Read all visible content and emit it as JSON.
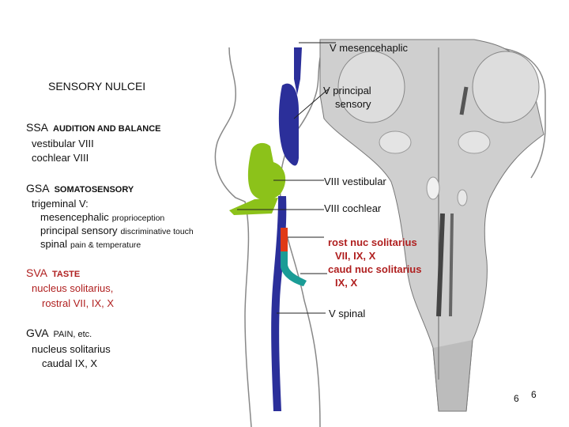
{
  "title": "SENSORY NULCEI",
  "groups": {
    "ssa": {
      "name": "SSA",
      "tag": "AUDITION AND BALANCE",
      "lines": [
        "vestibular VIII",
        "cochlear VIII"
      ]
    },
    "gsa": {
      "name": "GSA",
      "tag": "SOMATOSENSORY",
      "line1": "trigeminal V:",
      "line2": {
        "main": "mesencephalic",
        "note": "proprioception"
      },
      "line3": {
        "main": "principal sensory",
        "note": "discriminative touch"
      },
      "line4": {
        "main": "spinal",
        "note": "pain & temperature"
      }
    },
    "sva": {
      "name": "SVA",
      "tag": "TASTE",
      "lines": [
        "nucleus solitarius,",
        "rostral VII, IX, X"
      ]
    },
    "gva": {
      "name": "GVA",
      "tag": "PAIN, etc.",
      "lines": [
        "nucleus solitarius",
        "caudal IX, X"
      ]
    }
  },
  "labels": {
    "v_mes": "V mesencehaplic",
    "v_principal_1": "V principal",
    "v_principal_2": "sensory",
    "viii_vest": "VIII vestibular",
    "viii_coch": "VIII cochlear",
    "rost_1": "rost nuc solitarius",
    "rost_2": "VII, IX, X",
    "caud_1": "caud nuc solitarius",
    "caud_2": "IX, X",
    "v_spinal": "V spinal"
  },
  "page_numbers": [
    "6",
    "6"
  ],
  "colors": {
    "trigeminal": "#2b2f9a",
    "vestibular": "#8cc21a",
    "rostral": "#e03a16",
    "caudal": "#1a9c96",
    "red_text": "#b02020"
  }
}
